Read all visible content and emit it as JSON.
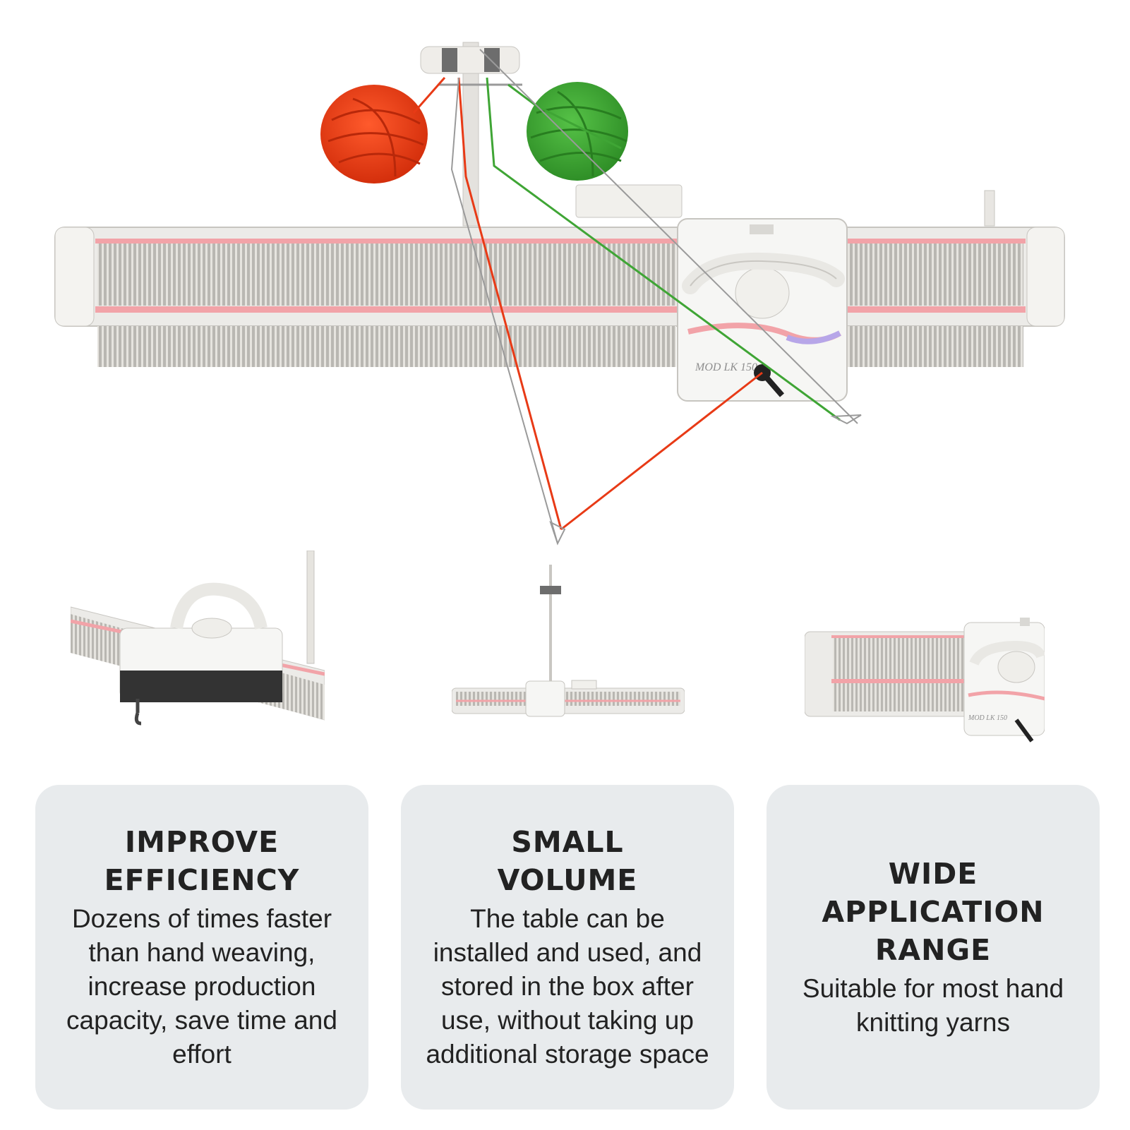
{
  "images": {
    "hero": {
      "name": "knitting-machine-with-yarn",
      "label_text": "MOD LK 150"
    },
    "thumbnails": [
      {
        "name": "carriage-closeup"
      },
      {
        "name": "machine-full-view"
      },
      {
        "name": "needle-bed-closeup",
        "label_text": "MOD LK 150"
      }
    ]
  },
  "colors": {
    "card_bg": "#e8ebed",
    "yarn_red": "#e83a16",
    "yarn_green": "#3fa535",
    "machine_body": "#ecebe8",
    "pink_stripe": "#f2a3a8"
  },
  "features": [
    {
      "title": "IMPROVE\nEFFICIENCY",
      "description": "Dozens of times faster than hand weaving, increase production capacity, save time and effort"
    },
    {
      "title": "SMALL\nVOLUME",
      "description": "The table can be installed and used, and stored in the box after use, without taking up additional storage space"
    },
    {
      "title": "WIDE\nAPPLICATION\nRANGE",
      "description": "Suitable for most hand knitting yarns"
    }
  ]
}
